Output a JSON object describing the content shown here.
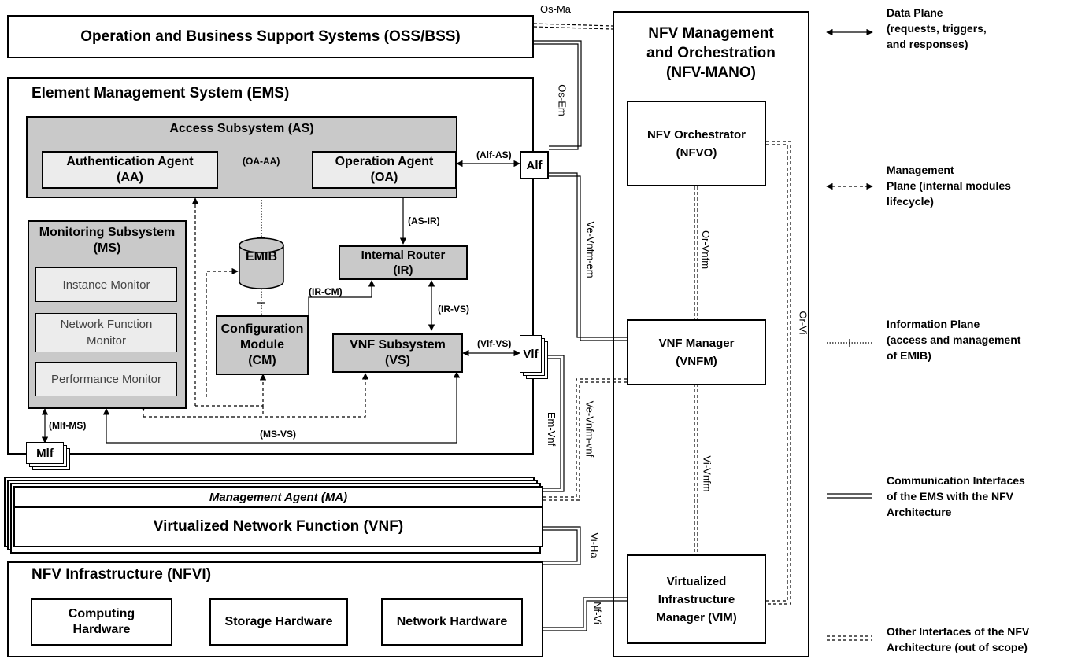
{
  "oss": {
    "label": "Operation and Business Support Systems (OSS/BSS)"
  },
  "ems": {
    "title": "Element Management System (EMS)",
    "as": {
      "title": "Access Subsystem (AS)",
      "aa": "Authentication Agent\n(AA)",
      "oa": "Operation Agent\n(OA)",
      "oa_aa": "(OA-AA)"
    },
    "ms": {
      "title": "Monitoring Subsystem\n(MS)",
      "instance": "Instance Monitor",
      "nf": "Network Function\nMonitor",
      "perf": "Performance Monitor"
    },
    "emib": "EMIB",
    "ir": "Internal Router\n(IR)",
    "cm": "Configuration\nModule\n(CM)",
    "vs": "VNF Subsystem\n(VS)",
    "alf": "Alf",
    "vlf": "Vlf",
    "mlf": "Mlf",
    "if_labels": {
      "alf_as": "(Alf-AS)",
      "as_ir": "(AS-IR)",
      "ir_cm": "(IR-CM)",
      "ir_vs": "(IR-VS)",
      "vlf_vs": "(Vlf-VS)",
      "mlf_ms": "(Mlf-MS)",
      "ms_vs": "(MS-VS)"
    }
  },
  "vnf": {
    "ma": "Management Agent (MA)",
    "label": "Virtualized Network Function (VNF)"
  },
  "nfvi": {
    "title": "NFV Infrastructure (NFVI)",
    "compute": "Computing\nHardware",
    "storage": "Storage Hardware",
    "network": "Network Hardware"
  },
  "mano": {
    "title": "NFV Management\nand Orchestration\n(NFV-MANO)",
    "nfvo": "NFV Orchestrator\n(NFVO)",
    "vnfm": "VNF Manager\n(VNFM)",
    "vim": "Virtualized\nInfrastructure\nManager (VIM)"
  },
  "interfaces": {
    "os_ma": "Os-Ma",
    "os_em": "Os-Em",
    "ve_vnfm_em": "Ve-Vnfm-em",
    "or_vnfm": "Or-Vnfm",
    "or_vi": "Or-Vi",
    "vi_vnfm": "Vi-Vnfm",
    "em_vnf": "Em-Vnf",
    "ve_vnfm_vnf": "Ve-Vnfm-vnf",
    "vi_ha": "Vi-Ha",
    "nf_vi": "Nf-Vi"
  },
  "legend": {
    "data": "Data Plane\n(requests, triggers,\nand responses)",
    "mgmt": "Management\nPlane (internal modules\nlifecycle)",
    "info": "Information Plane\n(access and management\nof EMIB)",
    "comm": "Communication Interfaces\nof the EMS with the NFV\nArchitecture",
    "other": "Other Interfaces of the NFV\nArchitecture (out of scope)"
  }
}
